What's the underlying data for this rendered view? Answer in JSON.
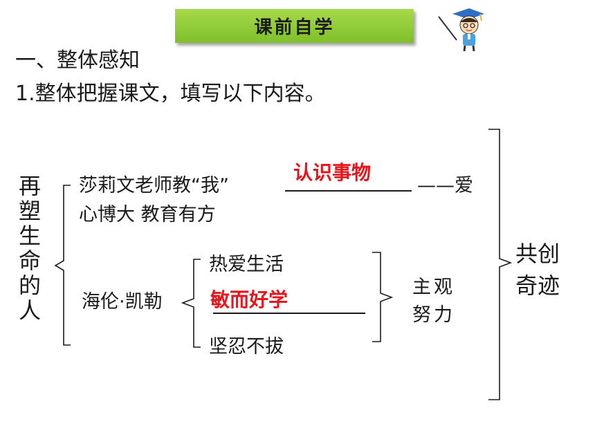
{
  "banner": {
    "title": "课前自学"
  },
  "section": {
    "heading": "一、整体感知",
    "task": "1.整体把握课文，填写以下内容。"
  },
  "diagram": {
    "root": "再塑生命的人",
    "sullivan": {
      "line1": "莎莉文老师教“我”",
      "answer": "认识事物",
      "suffix": "——爱",
      "line2": "心博大  教育有方"
    },
    "helen": {
      "name": "海伦·凯勒",
      "traits": [
        "热爱生活",
        "敏而好学",
        "坚忍不拔"
      ],
      "group": "主观努力"
    },
    "result": "共创奇迹"
  },
  "colors": {
    "banner": "#8cc83a",
    "answer": "#e8141b"
  },
  "icons": {
    "mascot": "graduate-boy-icon"
  }
}
